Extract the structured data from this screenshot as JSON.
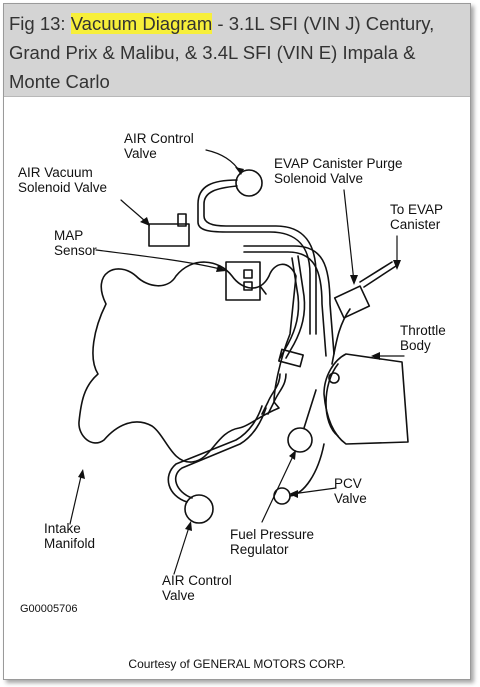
{
  "caption": {
    "prefix": "Fig 13: ",
    "highlight": "Vacuum Diagram",
    "rest": " - 3.1L SFI (VIN J) Century, Grand Prix & Malibu, & 3.4L SFI (VIN E) Impala & Monte Carlo",
    "highlight_color": "#f7ef3a"
  },
  "labels": {
    "air_control_valve_top": [
      "AIR Control",
      "Valve"
    ],
    "evap_purge": [
      "EVAP Canister Purge",
      "Solenoid Valve"
    ],
    "air_vacuum": [
      "AIR Vacuum",
      "Solenoid Valve"
    ],
    "to_evap": [
      "To EVAP",
      "Canister"
    ],
    "map_sensor": [
      "MAP",
      "Sensor"
    ],
    "throttle_body": [
      "Throttle",
      "Body"
    ],
    "pcv_valve": [
      "PCV",
      "Valve"
    ],
    "intake_manifold": [
      "Intake",
      "Manifold"
    ],
    "fuel_pressure_regulator": [
      "Fuel Pressure",
      "Regulator"
    ],
    "air_control_valve_bottom": [
      "AIR Control",
      "Valve"
    ]
  },
  "figure_id": "G00005706",
  "courtesy": "Courtesy of GENERAL MOTORS CORP."
}
